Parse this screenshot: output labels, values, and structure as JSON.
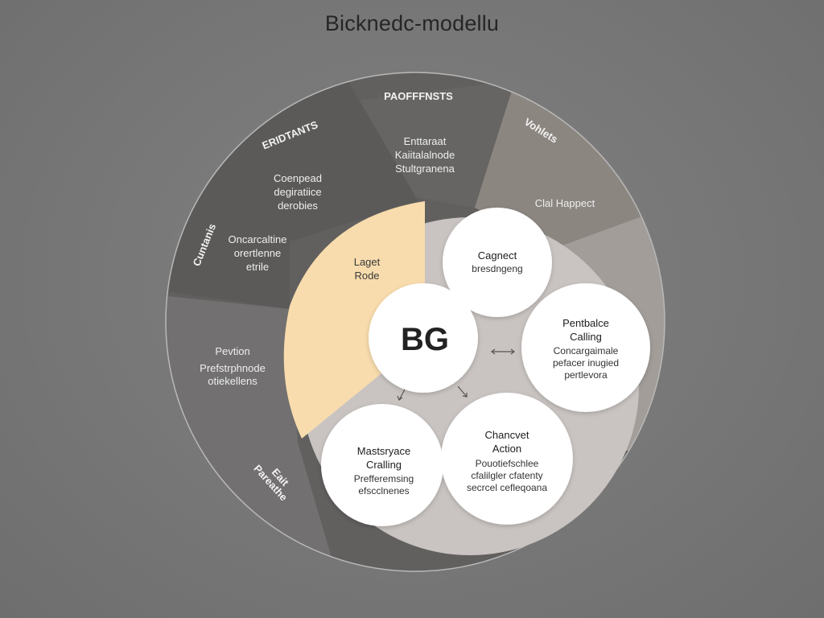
{
  "title": "Bicknedc-modellu",
  "colors": {
    "background": "#7a7a7a",
    "outer_ring_stroke": "#b8b8b8",
    "wedge_dark": "#5c5b5a",
    "wedge_mid": "#666564",
    "wedge_light": "#8d8782",
    "wedge_lower_left": "#737170",
    "wedge_right": "#a29d98",
    "inner_disc": "#c9c4c1",
    "accent_peach": "#f8dcad",
    "node_fill": "#ffffff"
  },
  "outer_sections": {
    "top": {
      "label": "PAOFFFNSTS",
      "lines": [
        "Enttaraat",
        "Kaiitalalnode",
        "Stultgranena"
      ]
    },
    "upper_left": {
      "label": "ERIDTANTS",
      "lines": [
        "Coenpead",
        "degiratiice",
        "derobies"
      ]
    },
    "left": {
      "label": "Cuntanis",
      "lines": [
        "Oncarcaltine",
        "orertlenne",
        "etrile"
      ]
    },
    "upper_right": {
      "label": "Vohlets",
      "lines": [
        "Clal Happect"
      ]
    },
    "lower_left": {
      "label": "Pevtion",
      "lines": [
        "Prefstrphnode",
        "otiekellens"
      ]
    },
    "bottom_left": {
      "label": "Eait",
      "sublabel": "Pareathe"
    }
  },
  "core_sector": {
    "lines": [
      "Laget",
      "Rode"
    ]
  },
  "center_node": {
    "label": "BG"
  },
  "nodes": [
    {
      "title_lines": [
        "Cagnect"
      ],
      "text_lines": [
        "bresdngeng"
      ]
    },
    {
      "title_lines": [
        "Pentbalce",
        "Calling"
      ],
      "text_lines": [
        "Concargaimale",
        "pefacer inugied",
        "pertlevora"
      ]
    },
    {
      "title_lines": [
        "Chancvet",
        "Action"
      ],
      "text_lines": [
        "Pouotiefschlee",
        "cfalilgler cfatenty",
        "secrcel cefleqoana"
      ]
    },
    {
      "title_lines": [
        "Mastsryace",
        "Cralling"
      ],
      "text_lines": [
        "Prefferemsing",
        "efscclnenes"
      ]
    }
  ]
}
